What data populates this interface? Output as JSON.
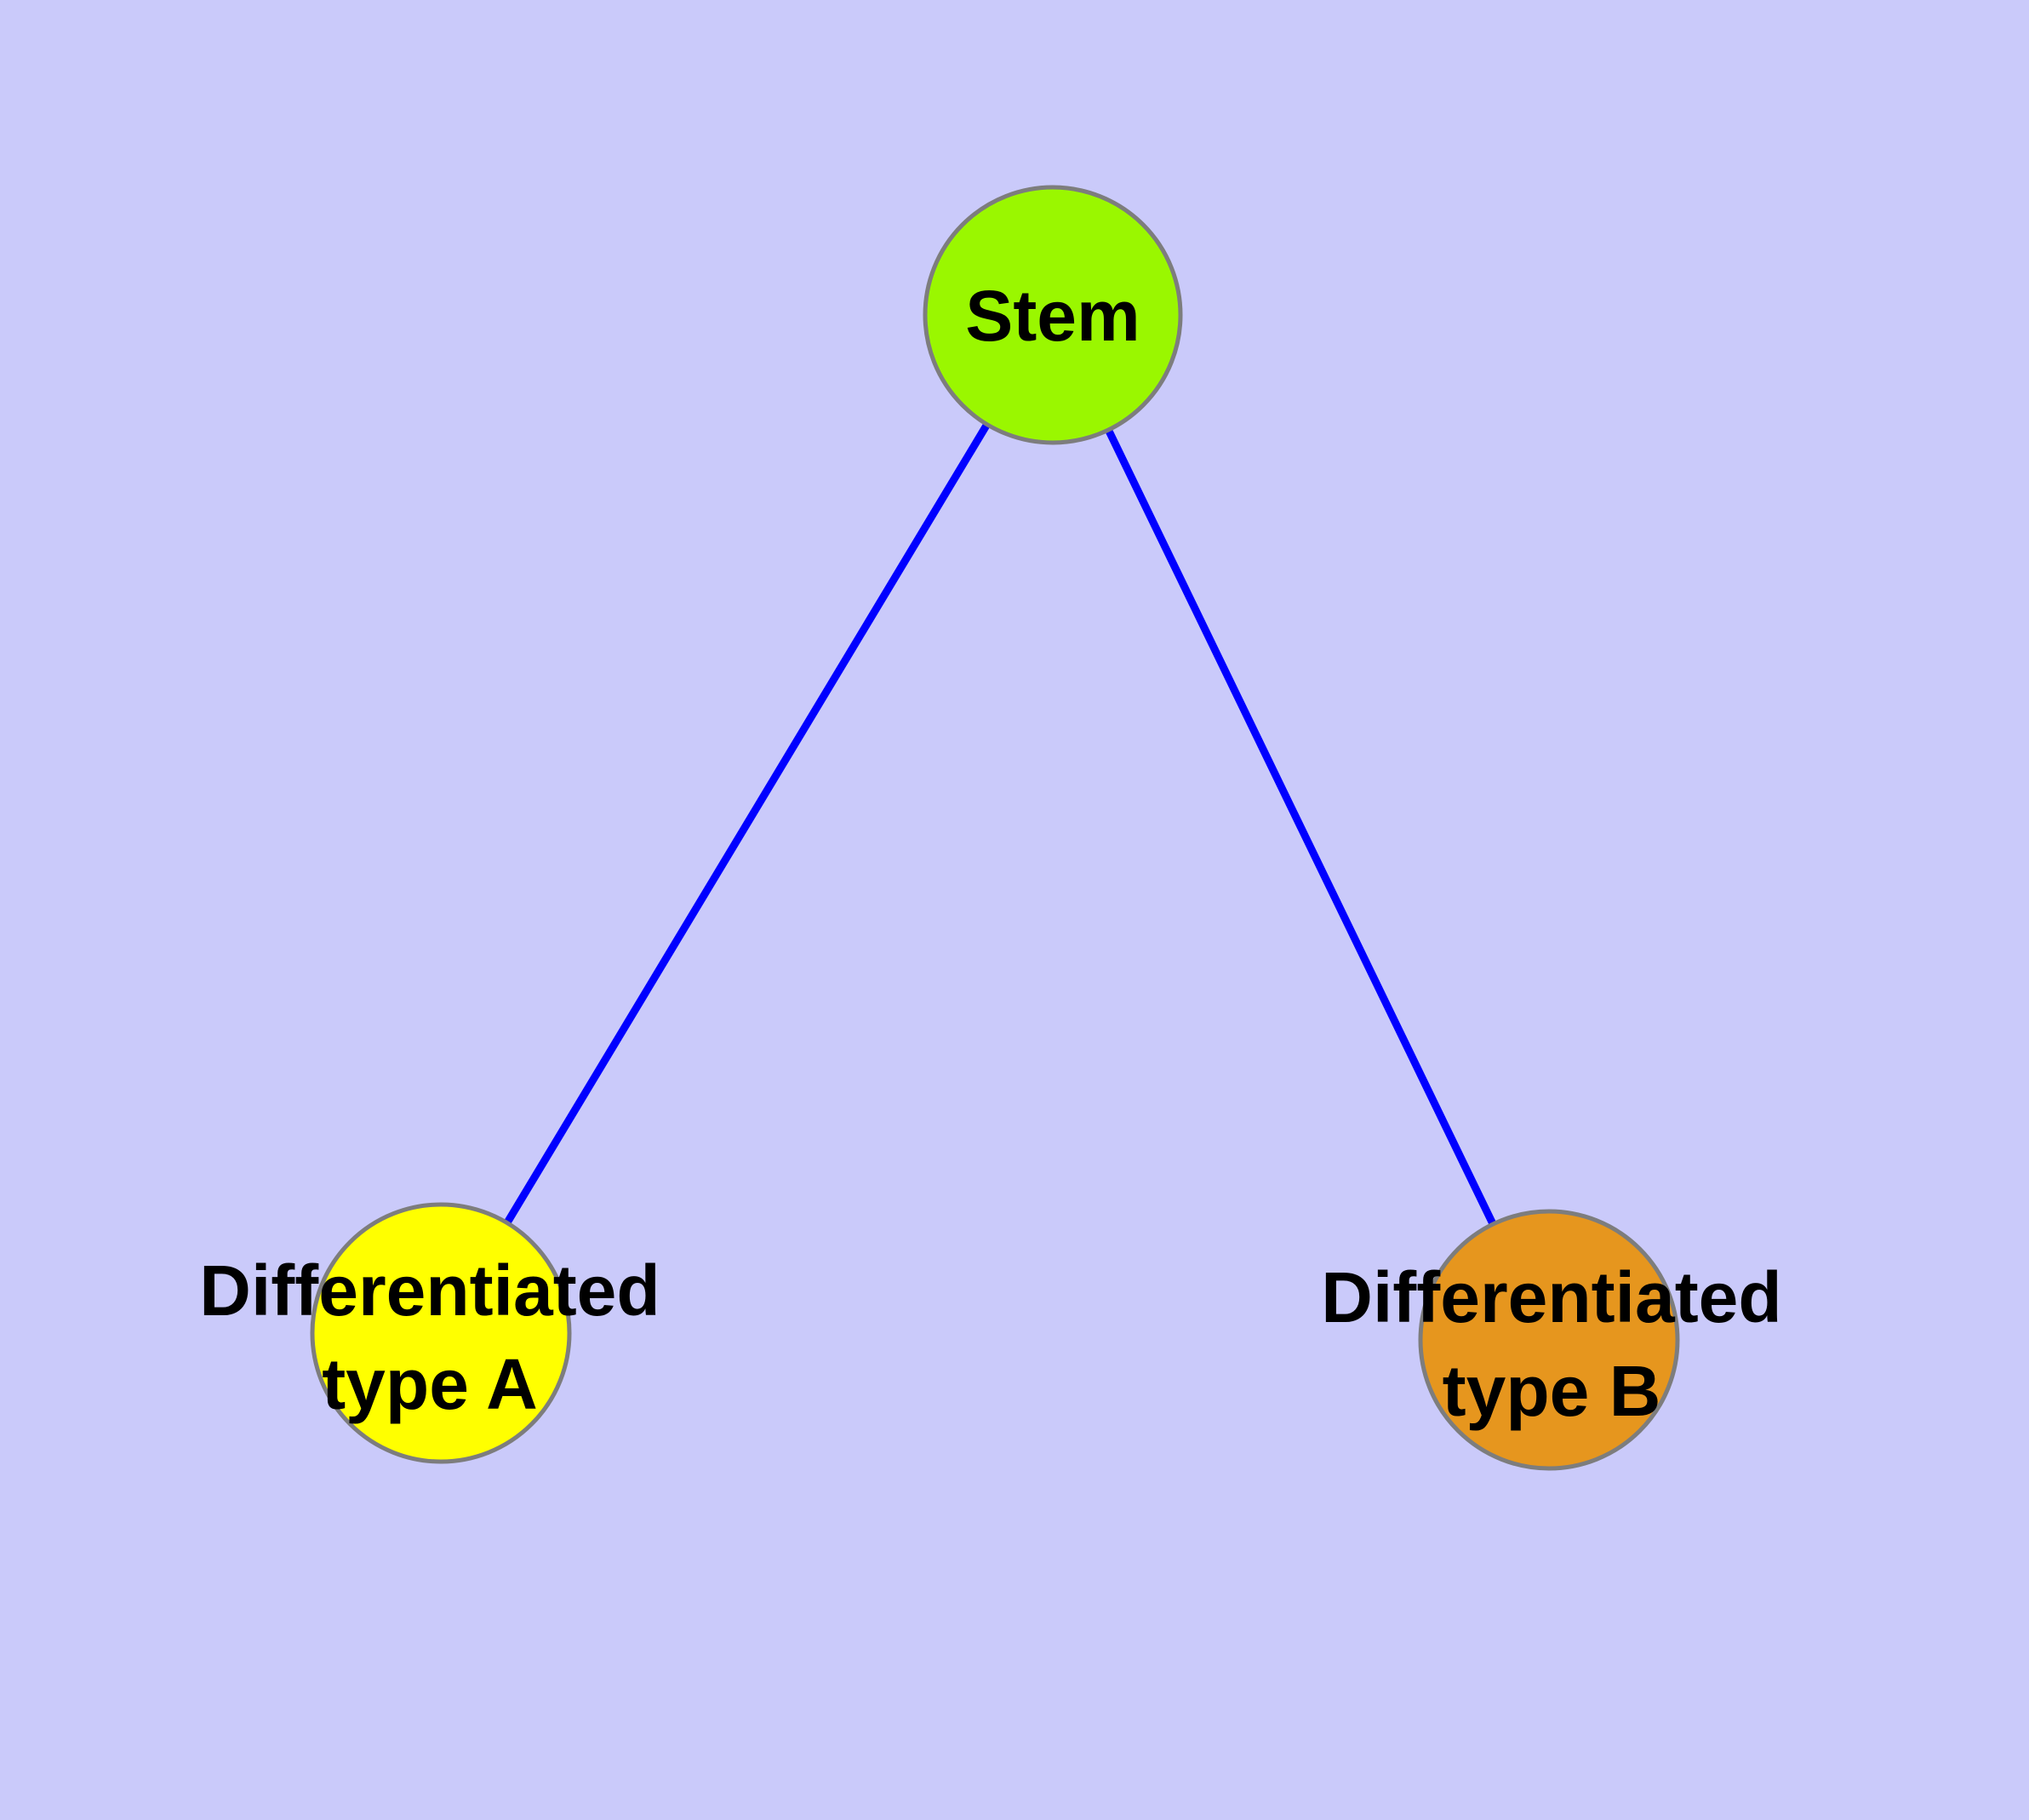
{
  "diagram": {
    "background_color": "#CACAFA",
    "edge_color": "#0000FF",
    "node_border_color": "#7d7d7d",
    "label_color": "#000000",
    "nodes": {
      "stem": {
        "label": "Stem",
        "fill": "#9AF700"
      },
      "type_a": {
        "label_line1": "Differentiated",
        "label_line2": "type A",
        "fill": "#FFFF00"
      },
      "type_b": {
        "label_line1": "Differentiated",
        "label_line2": "type B",
        "fill": "#E6961E"
      }
    },
    "edges": [
      {
        "from": "Stem",
        "to": "Differentiated type A"
      },
      {
        "from": "Stem",
        "to": "Differentiated type B"
      }
    ]
  }
}
